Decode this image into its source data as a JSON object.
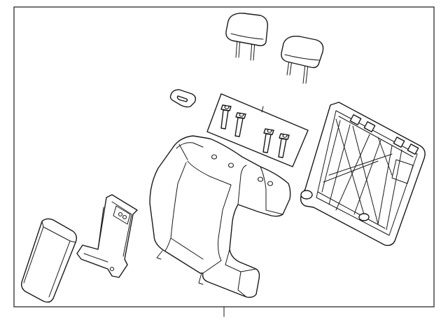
{
  "diagram": {
    "parts": [
      {
        "name": "headrest-left"
      },
      {
        "name": "headrest-right"
      },
      {
        "name": "guide-clip"
      },
      {
        "name": "guide-set"
      },
      {
        "name": "seat-back-cushion"
      },
      {
        "name": "seat-back-frame"
      },
      {
        "name": "armrest-bracket"
      },
      {
        "name": "armrest"
      }
    ],
    "colors": {
      "line": "#1a1a1a",
      "background": "#ffffff"
    }
  }
}
